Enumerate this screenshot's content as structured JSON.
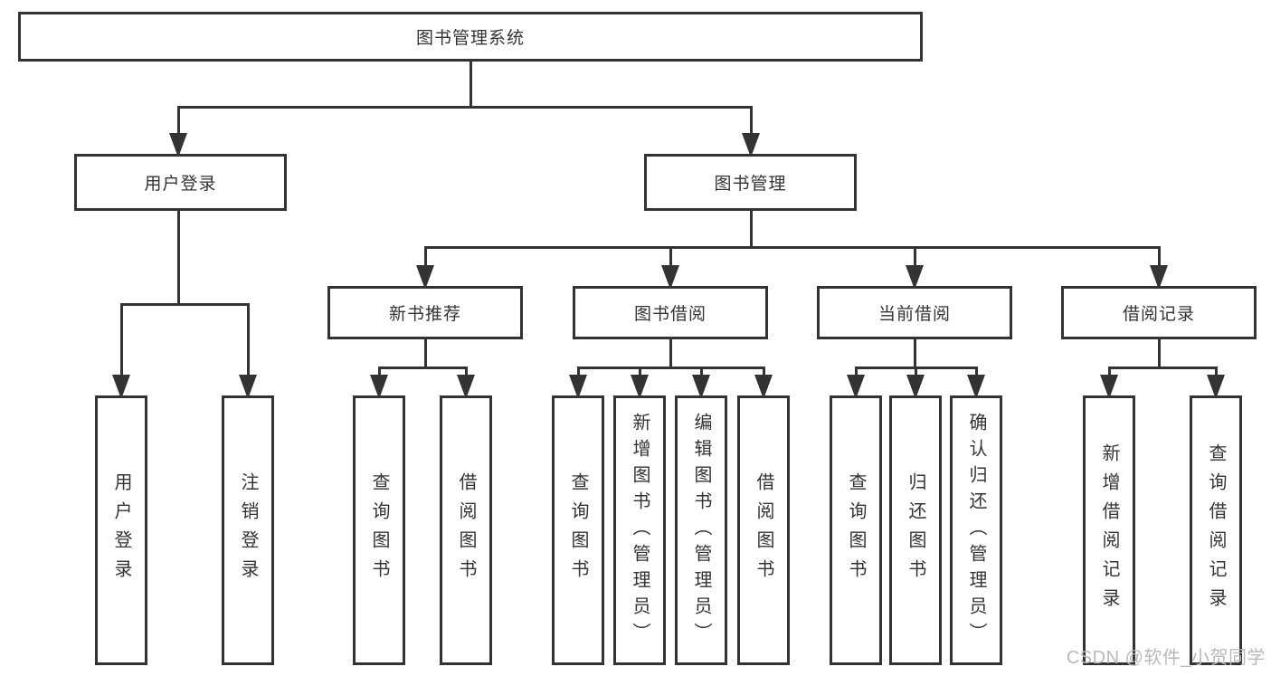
{
  "title": "图书管理系统",
  "watermark": "CSDN @软件_小贺同学",
  "colors": {
    "line": "#333333",
    "text": "#333333",
    "watermark": "#b9b9b9",
    "background": "#ffffff"
  },
  "tree": {
    "label": "图书管理系统",
    "children": [
      {
        "label": "用户登录",
        "children": [
          {
            "label": "用户登录"
          },
          {
            "label": "注销登录"
          }
        ]
      },
      {
        "label": "图书管理",
        "children": [
          {
            "label": "新书推荐",
            "children": [
              {
                "label": "查询图书"
              },
              {
                "label": "借阅图书"
              }
            ]
          },
          {
            "label": "图书借阅",
            "children": [
              {
                "label": "查询图书"
              },
              {
                "label": "新增图书（管理员）"
              },
              {
                "label": "编辑图书（管理员）"
              },
              {
                "label": "借阅图书"
              }
            ]
          },
          {
            "label": "当前借阅",
            "children": [
              {
                "label": "查询图书"
              },
              {
                "label": "归还图书"
              },
              {
                "label": "确认归还（管理员）"
              }
            ]
          },
          {
            "label": "借阅记录",
            "children": [
              {
                "label": "新增借阅记录"
              },
              {
                "label": "查询借阅记录"
              }
            ]
          }
        ]
      }
    ]
  }
}
